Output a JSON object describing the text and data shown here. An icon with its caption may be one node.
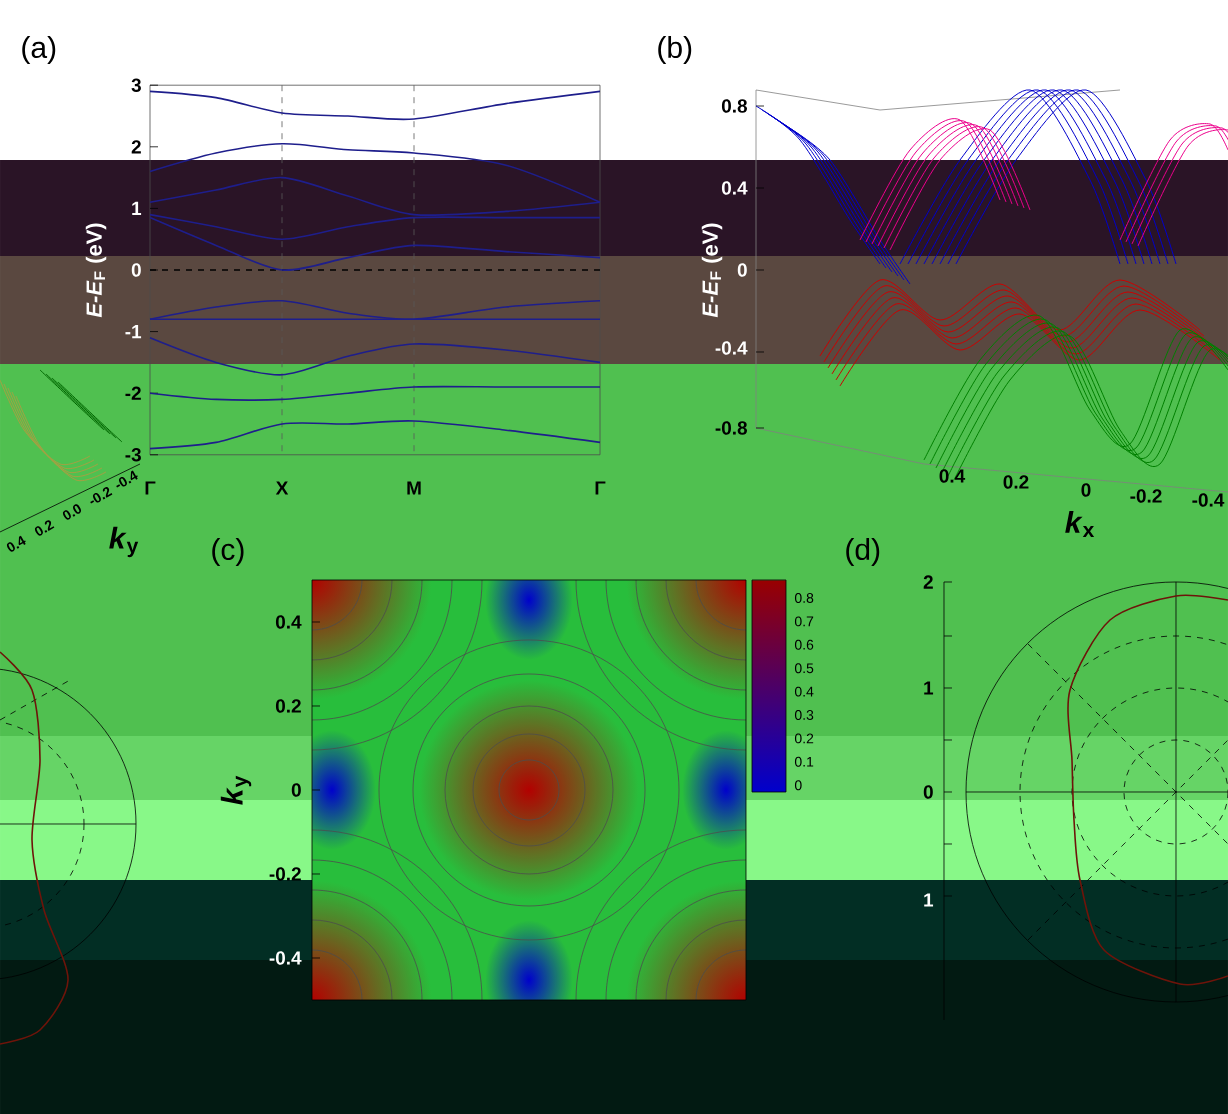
{
  "diagram": {
    "labels": [
      "(a)",
      "(b)",
      "3",
      "0.8",
      "2",
      "0.4",
      "1",
      "*E-E*$_{F}$ (eV)",
      "*E-E*$_{F}$ (eV)",
      "0",
      "0",
      "-1",
      "-0.4",
      "-2",
      "-0.8",
      "-3",
      "Γ",
      "X",
      "M",
      "Γ",
      "0.4",
      "0.2",
      "0.0",
      "-0.2",
      "-0.4",
      "0.4",
      "0.2",
      "0",
      "-0.2",
      "-0.4",
      "*k*$_{y}$",
      "*k*$_{x}$",
      "(c)",
      "(d)",
      "0.4",
      "0.2",
      "0",
      "-0.2",
      "-0.4",
      "*k*$_{y}$",
      "0.8",
      "0.7",
      "0.6",
      "0.5",
      "0.4",
      "0.3",
      "0.2",
      "0.1",
      "0",
      "2",
      "1",
      "0",
      "1"
    ]
  }
}
